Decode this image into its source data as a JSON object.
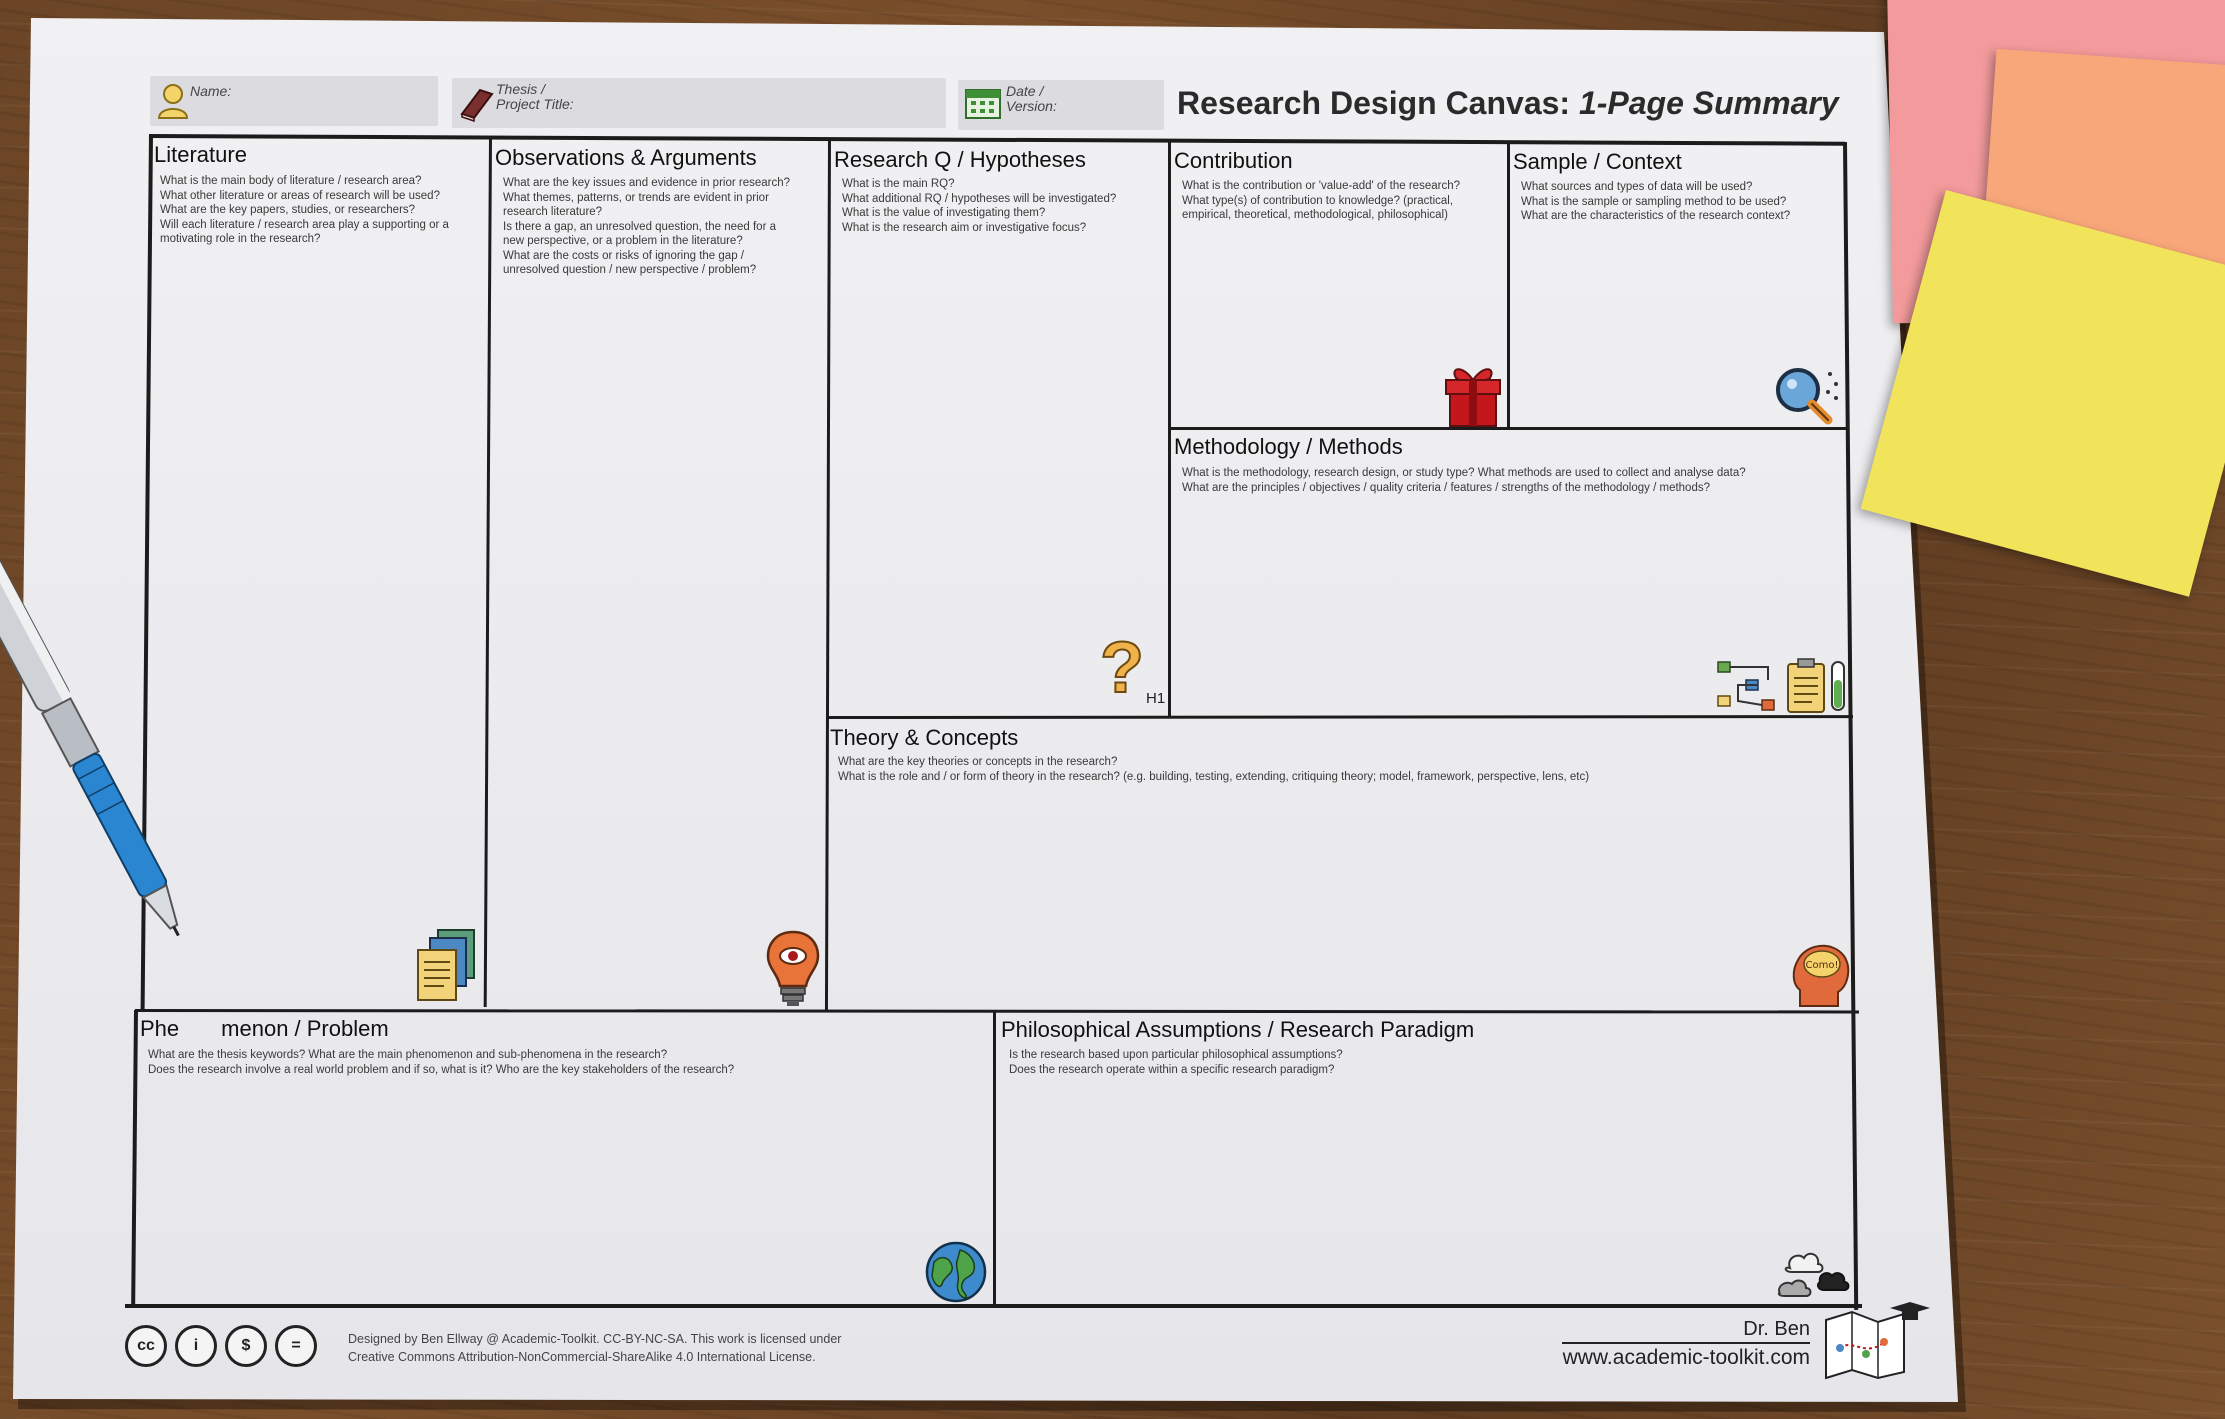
{
  "header": {
    "name_label": "Name:",
    "thesis_label_line1": "Thesis /",
    "thesis_label_line2": "Project Title:",
    "date_label_line1": "Date /",
    "date_label_line2": "Version:",
    "title_main": "Research Design Canvas: ",
    "title_italic": "1-Page Summary"
  },
  "blocks": {
    "literature": {
      "title": "Literature",
      "questions": [
        "What is the main body of literature / research area?",
        "What other literature or areas of research will be used?",
        "What are the key papers, studies, or researchers?",
        "Will each literature / research area play a supporting or a",
        "motivating role in the research?"
      ]
    },
    "observations": {
      "title": "Observations & Arguments",
      "questions": [
        "What are the key issues and evidence in prior research?",
        "What themes, patterns, or trends are evident in prior",
        "research literature?",
        "Is there a gap, an unresolved question, the need for a",
        "new perspective, or a problem in the literature?",
        "What are the costs or risks of ignoring the gap /",
        "unresolved question / new perspective / problem?"
      ]
    },
    "research_q": {
      "title": "Research Q / Hypotheses",
      "questions": [
        "What is the main RQ?",
        "What additional RQ / hypotheses will be investigated?",
        "What is the value of investigating them?",
        "What is the research aim or investigative focus?"
      ]
    },
    "contribution": {
      "title": "Contribution",
      "questions": [
        "What is the contribution or 'value-add' of the research?",
        "What type(s) of contribution to knowledge? (practical,",
        "empirical, theoretical, methodological, philosophical)"
      ]
    },
    "sample": {
      "title": "Sample / Context",
      "questions": [
        "What sources and types of data will be used?",
        "What is the sample or sampling method to be used?",
        "What are the characteristics of the research context?"
      ]
    },
    "methodology": {
      "title": "Methodology / Methods",
      "questions": [
        "What is the methodology, research design, or study type? What methods are used to collect and analyse data?",
        "What are the principles / objectives / quality criteria / features / strengths of the methodology / methods?"
      ]
    },
    "theory": {
      "title": "Theory & Concepts",
      "questions": [
        "What are the key theories or concepts in the research?",
        "What is the role and / or form of theory in the research? (e.g. building, testing, extending, critiquing theory; model, framework, perspective, lens, etc)"
      ]
    },
    "phenomenon": {
      "title_visible_start": "Phe",
      "title_visible_end": "menon / Problem",
      "questions": [
        "What are the thesis keywords?  What are the main phenomenon and sub-phenomena in the research?",
        "Does the research involve a real world problem and if so, what is it?  Who are the key stakeholders of the research?"
      ]
    },
    "philosophical": {
      "title": "Philosophical Assumptions / Research Paradigm",
      "questions": [
        "Is the research based upon particular philosophical assumptions?",
        "Does the research operate within a specific research paradigm?"
      ]
    }
  },
  "icons": {
    "h1_label": "H1",
    "brain_label": "Como!"
  },
  "footer": {
    "license_line1": "Designed by Ben Ellway @ Academic-Toolkit. CC-BY-NC-SA. This work is licensed under",
    "license_line2": "Creative Commons Attribution-NonCommercial-ShareAlike 4.0 International License.",
    "author": "Dr. Ben",
    "website": "www.academic-toolkit.com",
    "cc_badges": [
      "cc",
      "i",
      "$",
      "="
    ]
  },
  "colors": {
    "table": "#6b4526",
    "paper": "#ececf0",
    "pink_note": "#f29a9c",
    "orange_note": "#f8a77a",
    "yellow_note": "#f2e45a",
    "pen_blue": "#2b86d1"
  }
}
